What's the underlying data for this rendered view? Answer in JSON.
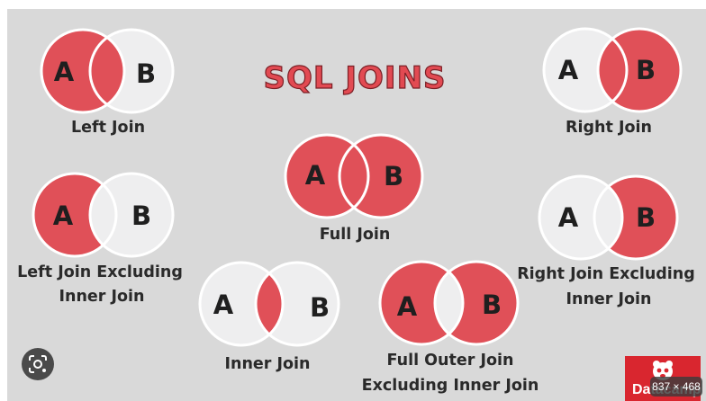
{
  "title": "SQL JOINS",
  "sets": {
    "a": "A",
    "b": "B"
  },
  "joins": [
    {
      "label_lines": [
        "Left Join"
      ]
    },
    {
      "label_lines": [
        "Right Join"
      ]
    },
    {
      "label_lines": [
        "Full Join"
      ]
    },
    {
      "label_lines": [
        "Left Join Excluding",
        "Inner Join"
      ]
    },
    {
      "label_lines": [
        "Right Join Excluding",
        "Inner Join"
      ]
    },
    {
      "label_lines": [
        "Inner Join"
      ]
    },
    {
      "label_lines": [
        "Full Outer Join",
        "Excluding Inner Join"
      ]
    }
  ],
  "colors": {
    "fill": "#e05058",
    "empty": "#eeeeef",
    "outline": "#ffffff",
    "background": "#d9d9d9",
    "title": "#e24a52"
  },
  "logo": {
    "text": "Datacamp"
  },
  "image_size": "837 × 468",
  "icons": {
    "lens": "image-search-icon",
    "logo": "datacamp-mascot-icon"
  }
}
